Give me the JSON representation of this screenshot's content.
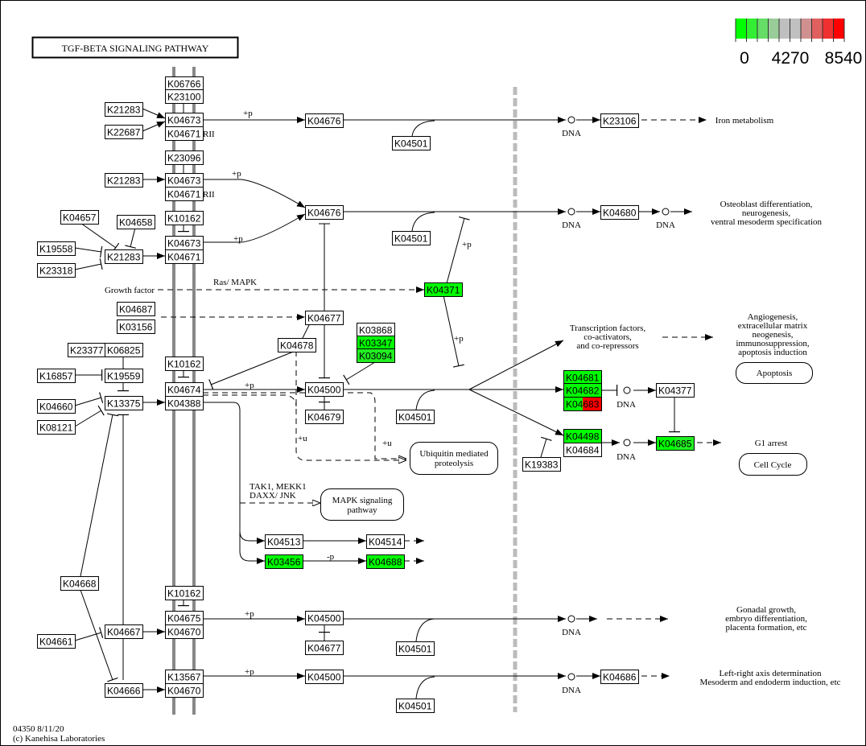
{
  "title": "TGF-BETA SIGNALING PATHWAY",
  "legend": {
    "colors": [
      "#00ff00",
      "#33ee33",
      "#66dd66",
      "#99cc99",
      "#bfbfbf",
      "#c0c0c0",
      "#d09090",
      "#e06060",
      "#f03030",
      "#ff0000"
    ],
    "labels": [
      "0",
      "4270",
      "8540"
    ]
  },
  "nodes": [
    {
      "label": "K06766",
      "fill": "#ffffff"
    },
    {
      "label": "K23100",
      "fill": "#ffffff"
    },
    {
      "label": "K04673",
      "fill": "#ffffff"
    },
    {
      "label": "K04671",
      "fill": "#ffffff"
    },
    {
      "label": "K23096",
      "fill": "#ffffff"
    },
    {
      "label": "K04673",
      "fill": "#ffffff"
    },
    {
      "label": "K04671",
      "fill": "#ffffff"
    },
    {
      "label": "K10162",
      "fill": "#ffffff"
    },
    {
      "label": "K04673",
      "fill": "#ffffff"
    },
    {
      "label": "K04671",
      "fill": "#ffffff"
    },
    {
      "label": "K10162",
      "fill": "#ffffff"
    },
    {
      "label": "K04674",
      "fill": "#ffffff"
    },
    {
      "label": "K04388",
      "fill": "#ffffff"
    },
    {
      "label": "K10162",
      "fill": "#ffffff"
    },
    {
      "label": "K04675",
      "fill": "#ffffff"
    },
    {
      "label": "K04670",
      "fill": "#ffffff"
    },
    {
      "label": "K13567",
      "fill": "#ffffff"
    },
    {
      "label": "K04670",
      "fill": "#ffffff"
    },
    {
      "label": "K21283",
      "fill": "#ffffff"
    },
    {
      "label": "K22687",
      "fill": "#ffffff"
    },
    {
      "label": "K21283",
      "fill": "#ffffff"
    },
    {
      "label": "K04657",
      "fill": "#ffffff"
    },
    {
      "label": "K04658",
      "fill": "#ffffff"
    },
    {
      "label": "K19558",
      "fill": "#ffffff"
    },
    {
      "label": "K23318",
      "fill": "#ffffff"
    },
    {
      "label": "K21283",
      "fill": "#ffffff"
    },
    {
      "label": "K04687",
      "fill": "#ffffff"
    },
    {
      "label": "K03156",
      "fill": "#ffffff"
    },
    {
      "label": "K23377",
      "fill": "#ffffff"
    },
    {
      "label": "K06825",
      "fill": "#ffffff"
    },
    {
      "label": "K16857",
      "fill": "#ffffff"
    },
    {
      "label": "K19559",
      "fill": "#ffffff"
    },
    {
      "label": "K04660",
      "fill": "#ffffff"
    },
    {
      "label": "K08121",
      "fill": "#ffffff"
    },
    {
      "label": "K13375",
      "fill": "#ffffff"
    },
    {
      "label": "K04668",
      "fill": "#ffffff"
    },
    {
      "label": "K04661",
      "fill": "#ffffff"
    },
    {
      "label": "K04667",
      "fill": "#ffffff"
    },
    {
      "label": "K04666",
      "fill": "#ffffff"
    },
    {
      "label": "K04676",
      "fill": "#ffffff"
    },
    {
      "label": "K04501",
      "fill": "#ffffff"
    },
    {
      "label": "K04676",
      "fill": "#ffffff"
    },
    {
      "label": "K04501",
      "fill": "#ffffff"
    },
    {
      "label": "K04371",
      "fill": "#00ff00"
    },
    {
      "label": "K04677",
      "fill": "#ffffff"
    },
    {
      "label": "K04678",
      "fill": "#ffffff"
    },
    {
      "label": "K03868",
      "fill": "#ffffff"
    },
    {
      "label": "K03347",
      "fill": "#00ff00"
    },
    {
      "label": "K03094",
      "fill": "#22ee22"
    },
    {
      "label": "K04500",
      "fill": "#ffffff"
    },
    {
      "label": "K04679",
      "fill": "#ffffff"
    },
    {
      "label": "K04501",
      "fill": "#ffffff"
    },
    {
      "label": "K04513",
      "fill": "#ffffff"
    },
    {
      "label": "K04514",
      "fill": "#ffffff"
    },
    {
      "label": "K03456",
      "fill": "#00ff00"
    },
    {
      "label": "K04688",
      "fill": "#00ff00"
    },
    {
      "label": "K04500",
      "fill": "#ffffff"
    },
    {
      "label": "K04677",
      "fill": "#ffffff"
    },
    {
      "label": "K04501",
      "fill": "#ffffff"
    },
    {
      "label": "K04500",
      "fill": "#ffffff"
    },
    {
      "label": "K04501",
      "fill": "#ffffff"
    },
    {
      "label": "K23106",
      "fill": "#ffffff"
    },
    {
      "label": "K04680",
      "fill": "#ffffff"
    },
    {
      "label": "K04681",
      "fill": "#00ff00"
    },
    {
      "label": "K04682",
      "fill": "#00ff00"
    },
    {
      "label": "K04683",
      "fill": "#00ff00",
      "fill2": "#ff0000"
    },
    {
      "label": "K04377",
      "fill": "#ffffff"
    },
    {
      "label": "K04498",
      "fill": "#00ff00"
    },
    {
      "label": "K04684",
      "fill": "#ffffff"
    },
    {
      "label": "K19383",
      "fill": "#ffffff"
    },
    {
      "label": "K04685",
      "fill": "#00ff00",
      "fill2": "#22ee22"
    },
    {
      "label": "K04686",
      "fill": "#ffffff"
    }
  ],
  "labels": {
    "rii_1": "RII",
    "rii_2": "RII",
    "iron": "Iron metabolism",
    "osteo": [
      "Osteoblast differentiation,",
      "neurogenesis,",
      "ventral mesoderm specification"
    ],
    "growth_factor": "Growth factor",
    "ras_mapk": "Ras/ MAPK",
    "tf": [
      "Transcription factors,",
      "co-activators,",
      "and co-repressors"
    ],
    "angio": [
      "Angiogenesis,",
      "extracellular matrix",
      "neogenesis,",
      "immunosuppression,",
      "apoptosis induction"
    ],
    "g1": "G1 arrest",
    "tak1": [
      "TAK1, MEKK1",
      "DAXX/ JNK"
    ],
    "gonadal": [
      "Gonadal growth,",
      "embryo differentiation,",
      "placenta formation, etc"
    ],
    "leftright": [
      "Left-right axis determination",
      "Mesoderm and endoderm induction, etc"
    ],
    "dna": "DNA",
    "plus_p": "+p",
    "minus_p": "-p",
    "plus_u": "+u",
    "footer": [
      "04350 8/11/20",
      "(c) Kanehisa Laboratories"
    ]
  },
  "maps": {
    "apoptosis": "Apoptosis",
    "cell_cycle": "Cell Cycle",
    "ubiquitin": [
      "Ubiquitin mediated",
      "proteolysis"
    ],
    "mapk": [
      "MAPK signaling",
      "pathway"
    ]
  }
}
